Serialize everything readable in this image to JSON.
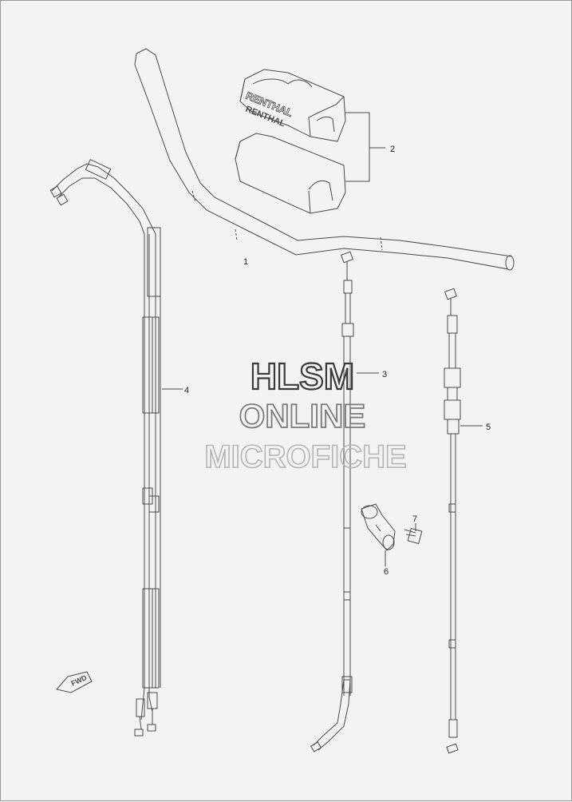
{
  "diagram": {
    "callouts": [
      {
        "id": "1",
        "label": "1"
      },
      {
        "id": "2",
        "label": "2"
      },
      {
        "id": "3",
        "label": "3"
      },
      {
        "id": "4",
        "label": "4"
      },
      {
        "id": "5",
        "label": "5"
      },
      {
        "id": "6",
        "label": "6"
      },
      {
        "id": "7",
        "label": "7"
      }
    ],
    "pad_brand_text": [
      "RENTHAL",
      "RENTHAL"
    ],
    "fwd_marker": "FWD"
  },
  "watermark": {
    "line1": "HLSM",
    "line2": "ONLINE",
    "line3": "MICROFICHE"
  },
  "colors": {
    "line": "#4a4a4a",
    "background": "#f3f3f3",
    "watermark_dark": "#3a3a3a",
    "watermark_mid": "#7a7a7a",
    "watermark_light": "#b5b5b5"
  }
}
